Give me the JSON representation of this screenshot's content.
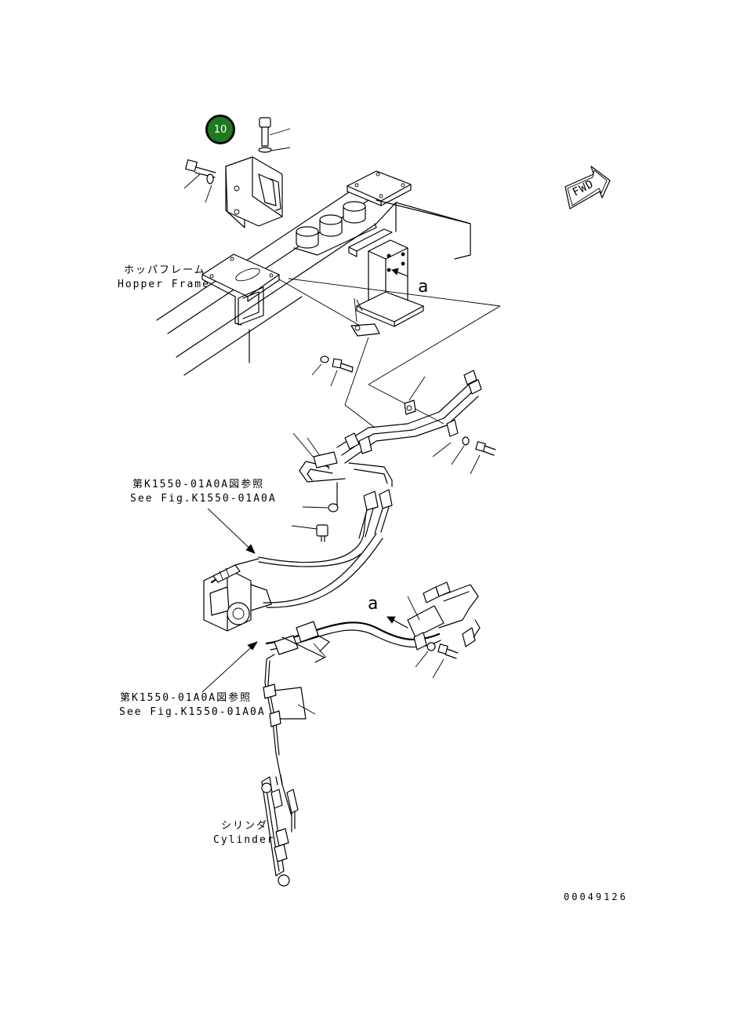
{
  "badge": {
    "number": "10",
    "color": "#1e7a1e"
  },
  "labels": {
    "hopper_frame_jp": "ホッパフレーム",
    "hopper_frame_en": "Hopper Frame",
    "fwd": "FWD",
    "view_marker_a_upper": "a",
    "view_marker_a_lower": "a",
    "see_fig_jp_upper": "第K1550-01A0A図参照",
    "see_fig_en_upper": "See Fig.K1550-01A0A",
    "see_fig_jp_lower": "第K1550-01A0A図参照",
    "see_fig_en_lower": "See Fig.K1550-01A0A",
    "cylinder_jp": "シリンダ",
    "cylinder_en": "Cylinder",
    "drawing_number": "00049126"
  }
}
